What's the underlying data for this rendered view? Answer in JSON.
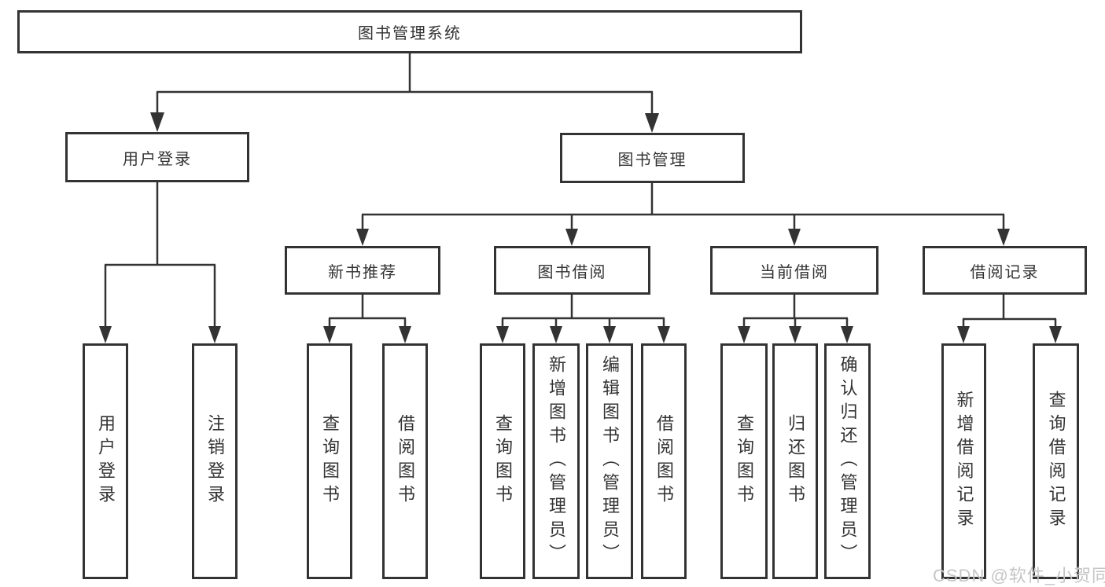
{
  "diagram": {
    "root": {
      "label": "图书管理系统"
    },
    "branches": {
      "user_login": {
        "label": "用户登录",
        "children": [
          {
            "label": "用户登录"
          },
          {
            "label": "注销登录"
          }
        ]
      },
      "book_mgmt": {
        "label": "图书管理",
        "sections": [
          {
            "label": "新书推荐",
            "children": [
              {
                "label": "查询图书"
              },
              {
                "label": "借阅图书"
              }
            ]
          },
          {
            "label": "图书借阅",
            "children": [
              {
                "label": "查询图书"
              },
              {
                "label": "新增图书（管理员）"
              },
              {
                "label": "编辑图书（管理员）"
              },
              {
                "label": "借阅图书"
              }
            ]
          },
          {
            "label": "当前借阅",
            "children": [
              {
                "label": "查询图书"
              },
              {
                "label": "归还图书"
              },
              {
                "label": "确认归还（管理员）"
              }
            ]
          },
          {
            "label": "借阅记录",
            "children": [
              {
                "label": "新增借阅记录"
              },
              {
                "label": "查询借阅记录"
              }
            ]
          }
        ]
      }
    }
  },
  "watermark": {
    "text": "CSDN @软件_小贺同学"
  },
  "colors": {
    "line": "#333333",
    "box_border": "#333333",
    "text": "#333333",
    "background": "#ffffff",
    "watermark": "#c6c6c6"
  }
}
